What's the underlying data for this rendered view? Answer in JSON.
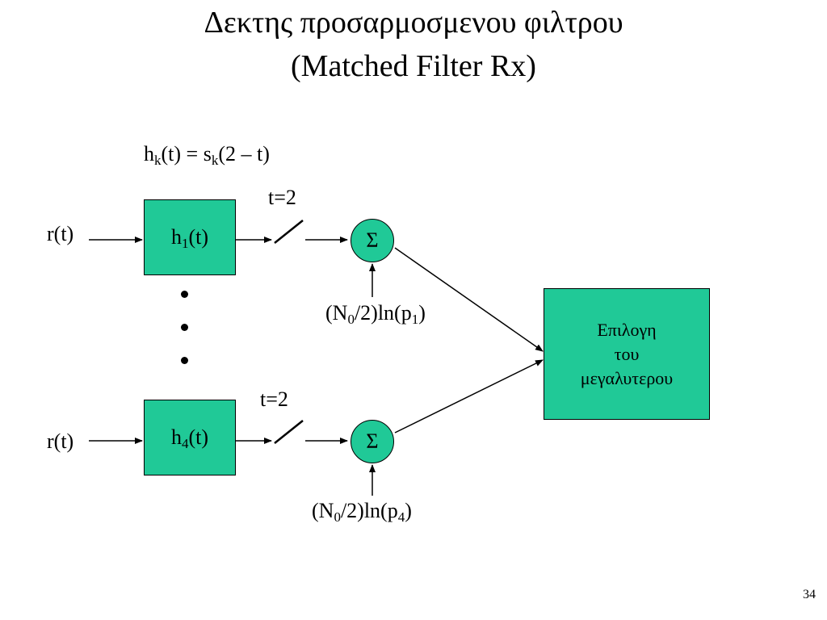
{
  "slide": {
    "title_line1": "Δεκτης προσαρμοσμενου φιλτρου",
    "title_line2": "(Matched Filter Rx)",
    "page_number": "34"
  },
  "diagram": {
    "formula": {
      "h": "h",
      "h_sub": "k",
      "mid": "(t) = s",
      "s_sub": "k",
      "tail": "(2 – t)"
    },
    "upper_branch": {
      "input_label": "r(t)",
      "filter_base": "h",
      "filter_sub": "1",
      "filter_tail": "(t)",
      "sample_label": "t=2",
      "summer_symbol": "Σ",
      "bias": {
        "pre": "(N",
        "sub1": "0",
        "mid": "/2)ln(p",
        "sub2": "1",
        "post": ")"
      }
    },
    "lower_branch": {
      "input_label": "r(t)",
      "filter_base": "h",
      "filter_sub": "4",
      "filter_tail": "(t)",
      "sample_label": "t=2",
      "summer_symbol": "Σ",
      "bias": {
        "pre": "(N",
        "sub1": "0",
        "mid": "/2)ln(p",
        "sub2": "4",
        "post": ")"
      }
    },
    "selector": {
      "line1": "Επιλογη",
      "line2": "του",
      "line3": "μεγαλυτερου"
    },
    "colors": {
      "block_fill": "#20c997",
      "stroke": "#000000"
    }
  }
}
